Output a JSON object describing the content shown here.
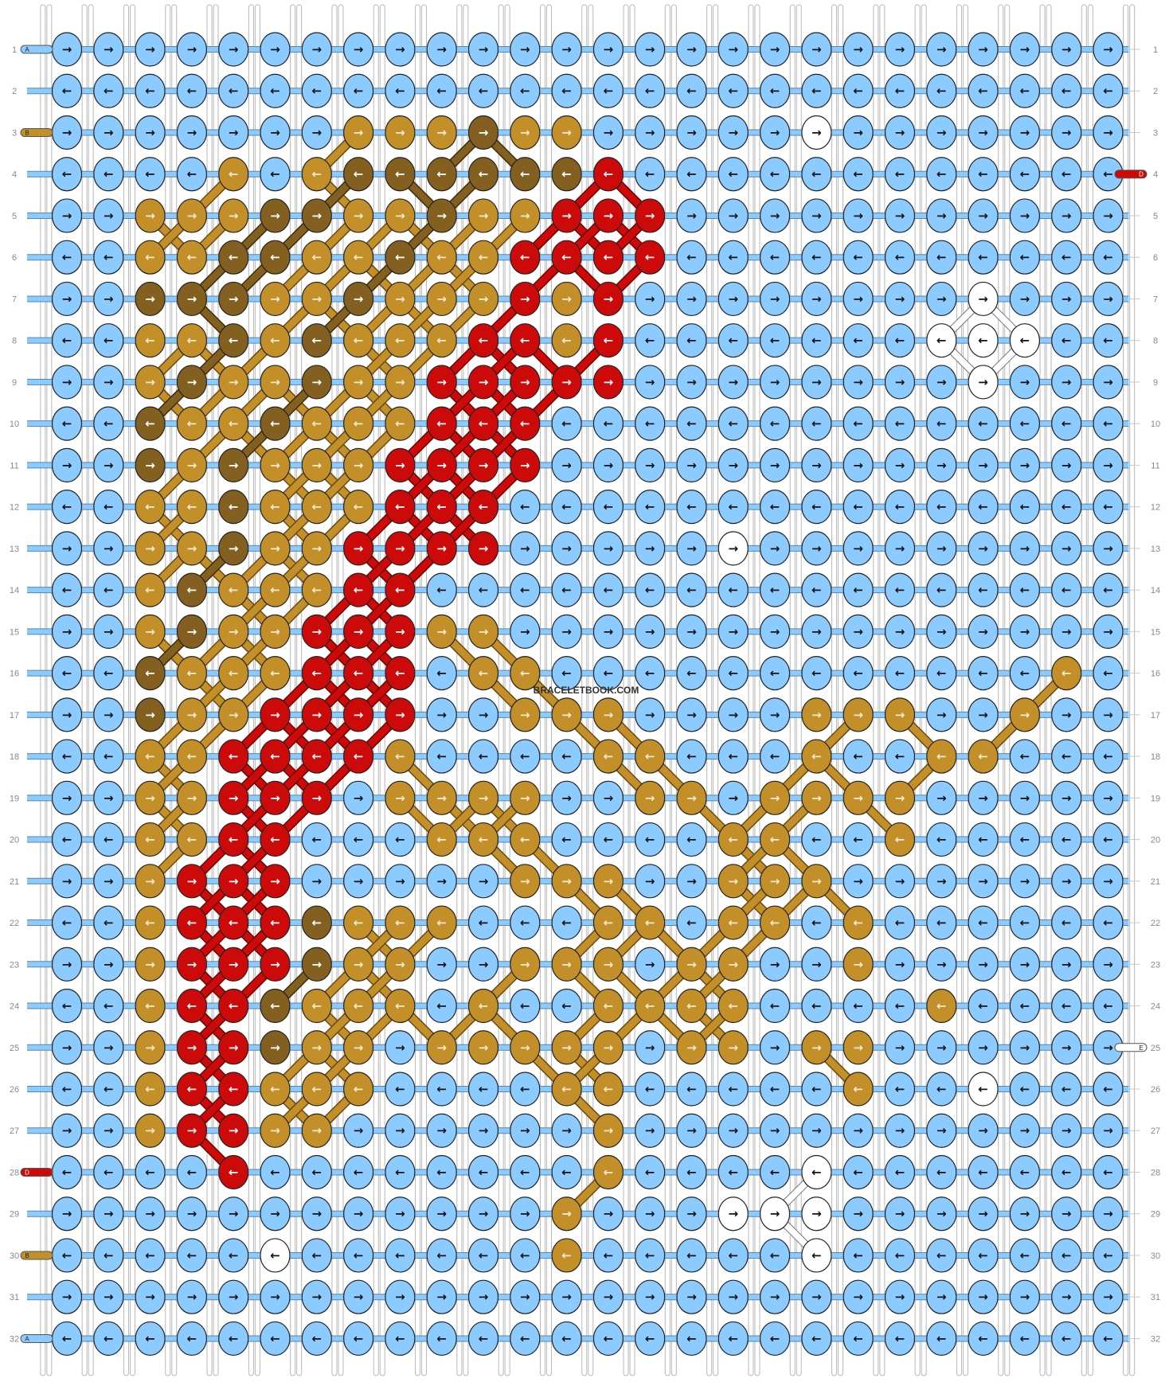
{
  "watermark": "BRACELETBOOK.COM",
  "colors": {
    "A": "#8ccbff",
    "B": "#c38f28",
    "C": "#836020",
    "D": "#cc0a0a",
    "E": "#ffffff"
  },
  "left_strings": {
    "1": "A",
    "3": "B",
    "28": "D",
    "30": "B",
    "32": "A"
  },
  "right_strings": {
    "4": "D",
    "25": "E"
  },
  "rows": [
    "AAAAAAAAAAAAAAAAAAAAAAAAAA",
    "AAAAAAAAAAAAAAAAAAAAAAAAAA",
    "AAAAAAABBBCBBAAAAAEAAAAAAA",
    "AAAABABCCCCCCDAAAAAAAAAAAA",
    "AABBBCCBBCBBDDDAAAAAAAAAAA",
    "AABBCCBBCBBDDDDAAAAAAAAAAA",
    "AACCCBBCBBBDBDAAAAAAAAEAAA",
    "AABBCBCBBBDDBDAAAAAAAEEEAA",
    "AABCBBCBBDDDDDAAAAAAAAEAAA",
    "AACBBCBBBDDDAAAAAAAAAAAAAA",
    "AACBCBBBDDDDAAAAAAAAAAAAAA",
    "AABBCBBBDDDAAAAAAAAAAAAAAA",
    "AABBCBBDDDDAAAAAEAAAAAAAAA",
    "AABCBBBDDAAAAAAAAAAAAAAAAA",
    "AABCBBDDDBBAAAAAAAAAAAAAAA",
    "AACBBBDDDABBAAAAAAAAAAAABA",
    "AACBBDDDDAABBBAAAABBBAABAA",
    "AABBDDDDBAAAABBAAABAABBAAA",
    "AABBDDDABBBBAABBABBBBAAAAA",
    "AABBDDAAABBBAAAABBAABAAAAA",
    "AABDDDAAAAABBBAABBBAAAAAAA",
    "AABDDDCBBBAAABBABBABAAAAAA",
    "AABDDDCBBAABBBABBAABAAAAAA",
    "AABDDCBBBABAABBBBAAAABAAAA",
    "AABDDCBBABBBBBABBABBAAAAAA",
    "AABDDBBBAAAABBAAAAABAAEAAA",
    "AABDDBBAAAAAABAAAAAAAAAAAA",
    "AAAADAAAAAAAABAAAAEAAAAAAA",
    "AAAAAAAAAAAABAAAEEEAAAAAAA",
    "AAAAAEAAAAAABAAAAAEAAAAAAA",
    "AAAAAAAAAAAAAAAAAAAAAAAAAA",
    "AAAAAAAAAAAAAAAAAAAAAAAAAA"
  ]
}
